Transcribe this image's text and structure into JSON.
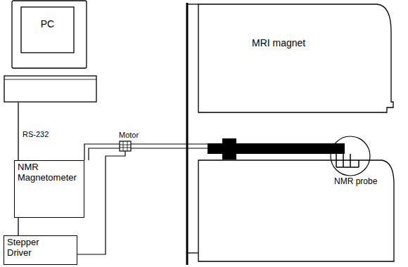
{
  "diagram": {
    "nodes": [
      {
        "text": [
          "PC"
        ]
      },
      {
        "text": [
          "NMR Magnetometer"
        ]
      },
      {
        "text": [
          "Stepper Driver"
        ]
      },
      {
        "text": [
          "MRI magnet"
        ]
      }
    ],
    "edges": [
      {
        "from": 0,
        "to": 1,
        "arrow": "none",
        "label": "RS-232"
      },
      {
        "from": 1,
        "to": 2,
        "arrow": "none"
      }
    ],
    "labels": [
      "Motor",
      "NMR probe"
    ]
  }
}
